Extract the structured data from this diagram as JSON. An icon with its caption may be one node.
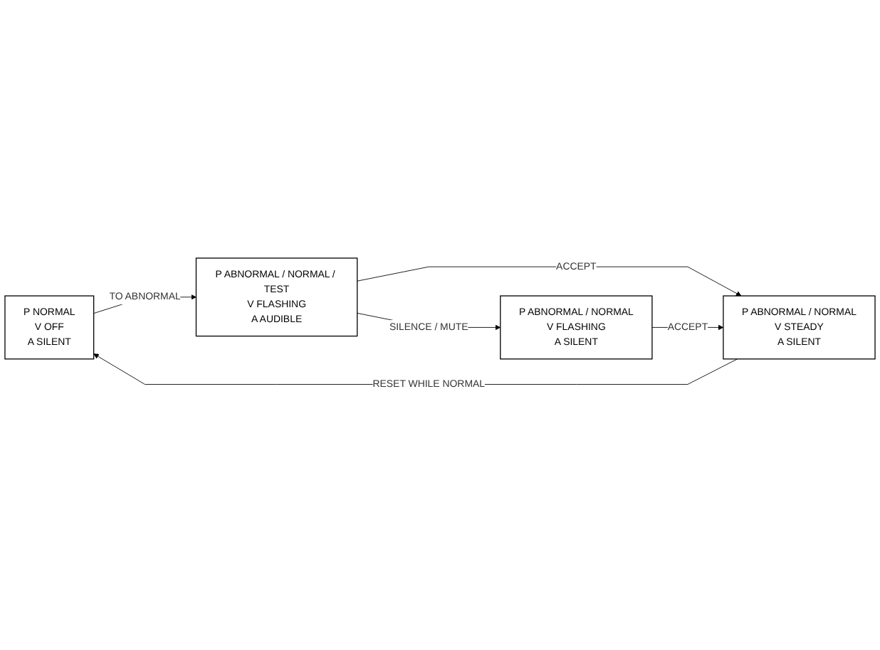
{
  "diagram": {
    "nodes": [
      {
        "text": [
          "P NORMAL",
          "V OFF",
          "A SILENT"
        ]
      },
      {
        "text": [
          "P ABNORMAL / NORMAL",
          "V STEADY",
          "A SILENT"
        ]
      },
      {
        "text": [
          "P ABNORMAL / NORMAL / TEST",
          "V FLASHING",
          "A AUDIBLE"
        ]
      },
      {
        "text": [
          "P ABNORMAL / NORMAL",
          "V FLASHING",
          "A SILENT"
        ]
      }
    ],
    "edges": [
      {
        "from": 1,
        "to": 0,
        "arrow": "to",
        "label": "RESET WHILE NORMAL"
      },
      {
        "from": 0,
        "to": 2,
        "arrow": "to",
        "label": "TO ABNORMAL"
      },
      {
        "from": 2,
        "to": 1,
        "arrow": "to",
        "label": "ACCEPT"
      },
      {
        "from": 2,
        "to": 3,
        "arrow": "to",
        "label": "SILENCE / MUTE"
      },
      {
        "from": 3,
        "to": 1,
        "arrow": "to",
        "label": "ACCEPT"
      }
    ]
  }
}
